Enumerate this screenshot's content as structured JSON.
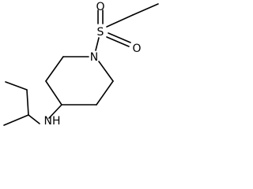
{
  "molecule": {
    "atoms": {
      "sulfur": "S",
      "oxygen_top": "O",
      "oxygen_right": "O",
      "ring_nitrogen": "N",
      "amine": "NH"
    }
  }
}
